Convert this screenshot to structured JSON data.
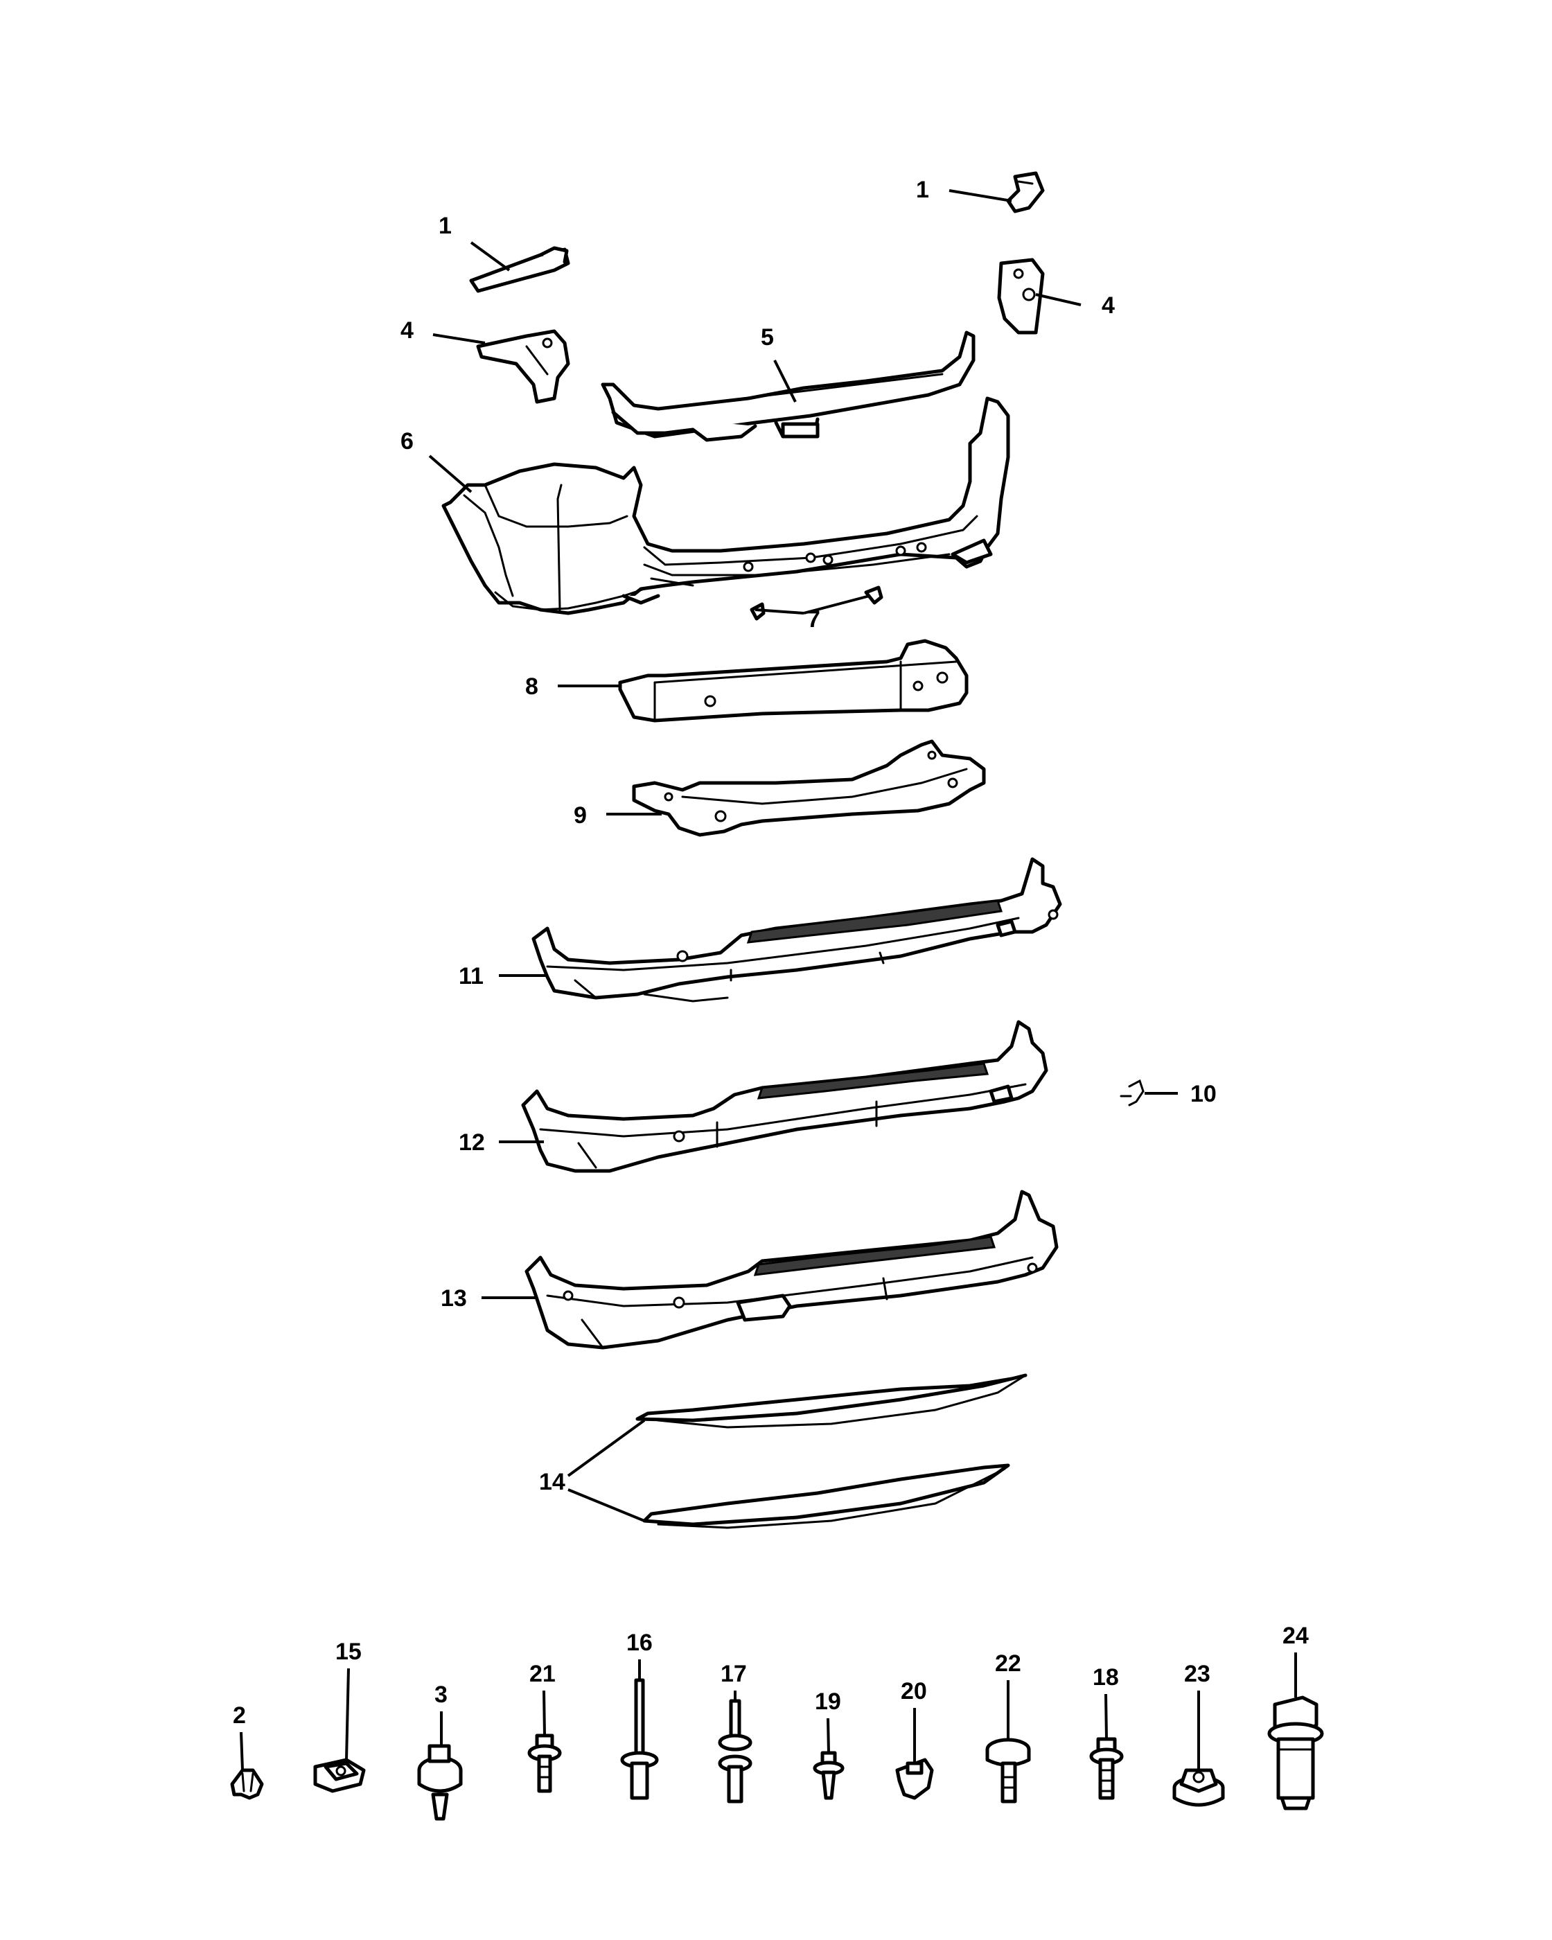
{
  "callouts": [
    {
      "id": "c1a",
      "label": "1"
    },
    {
      "id": "c1b",
      "label": "1"
    },
    {
      "id": "c4a",
      "label": "4"
    },
    {
      "id": "c4b",
      "label": "4"
    },
    {
      "id": "c5",
      "label": "5"
    },
    {
      "id": "c6",
      "label": "6"
    },
    {
      "id": "c7",
      "label": "7"
    },
    {
      "id": "c8",
      "label": "8"
    },
    {
      "id": "c9",
      "label": "9"
    },
    {
      "id": "c11",
      "label": "11"
    },
    {
      "id": "c12",
      "label": "12"
    },
    {
      "id": "c10",
      "label": "10"
    },
    {
      "id": "c13",
      "label": "13"
    },
    {
      "id": "c14",
      "label": "14"
    },
    {
      "id": "c2",
      "label": "2"
    },
    {
      "id": "c15",
      "label": "15"
    },
    {
      "id": "c3",
      "label": "3"
    },
    {
      "id": "c21",
      "label": "21"
    },
    {
      "id": "c16",
      "label": "16"
    },
    {
      "id": "c17",
      "label": "17"
    },
    {
      "id": "c19",
      "label": "19"
    },
    {
      "id": "c20",
      "label": "20"
    },
    {
      "id": "c22",
      "label": "22"
    },
    {
      "id": "c18",
      "label": "18"
    },
    {
      "id": "c23",
      "label": "23"
    },
    {
      "id": "c24",
      "label": "24"
    }
  ]
}
